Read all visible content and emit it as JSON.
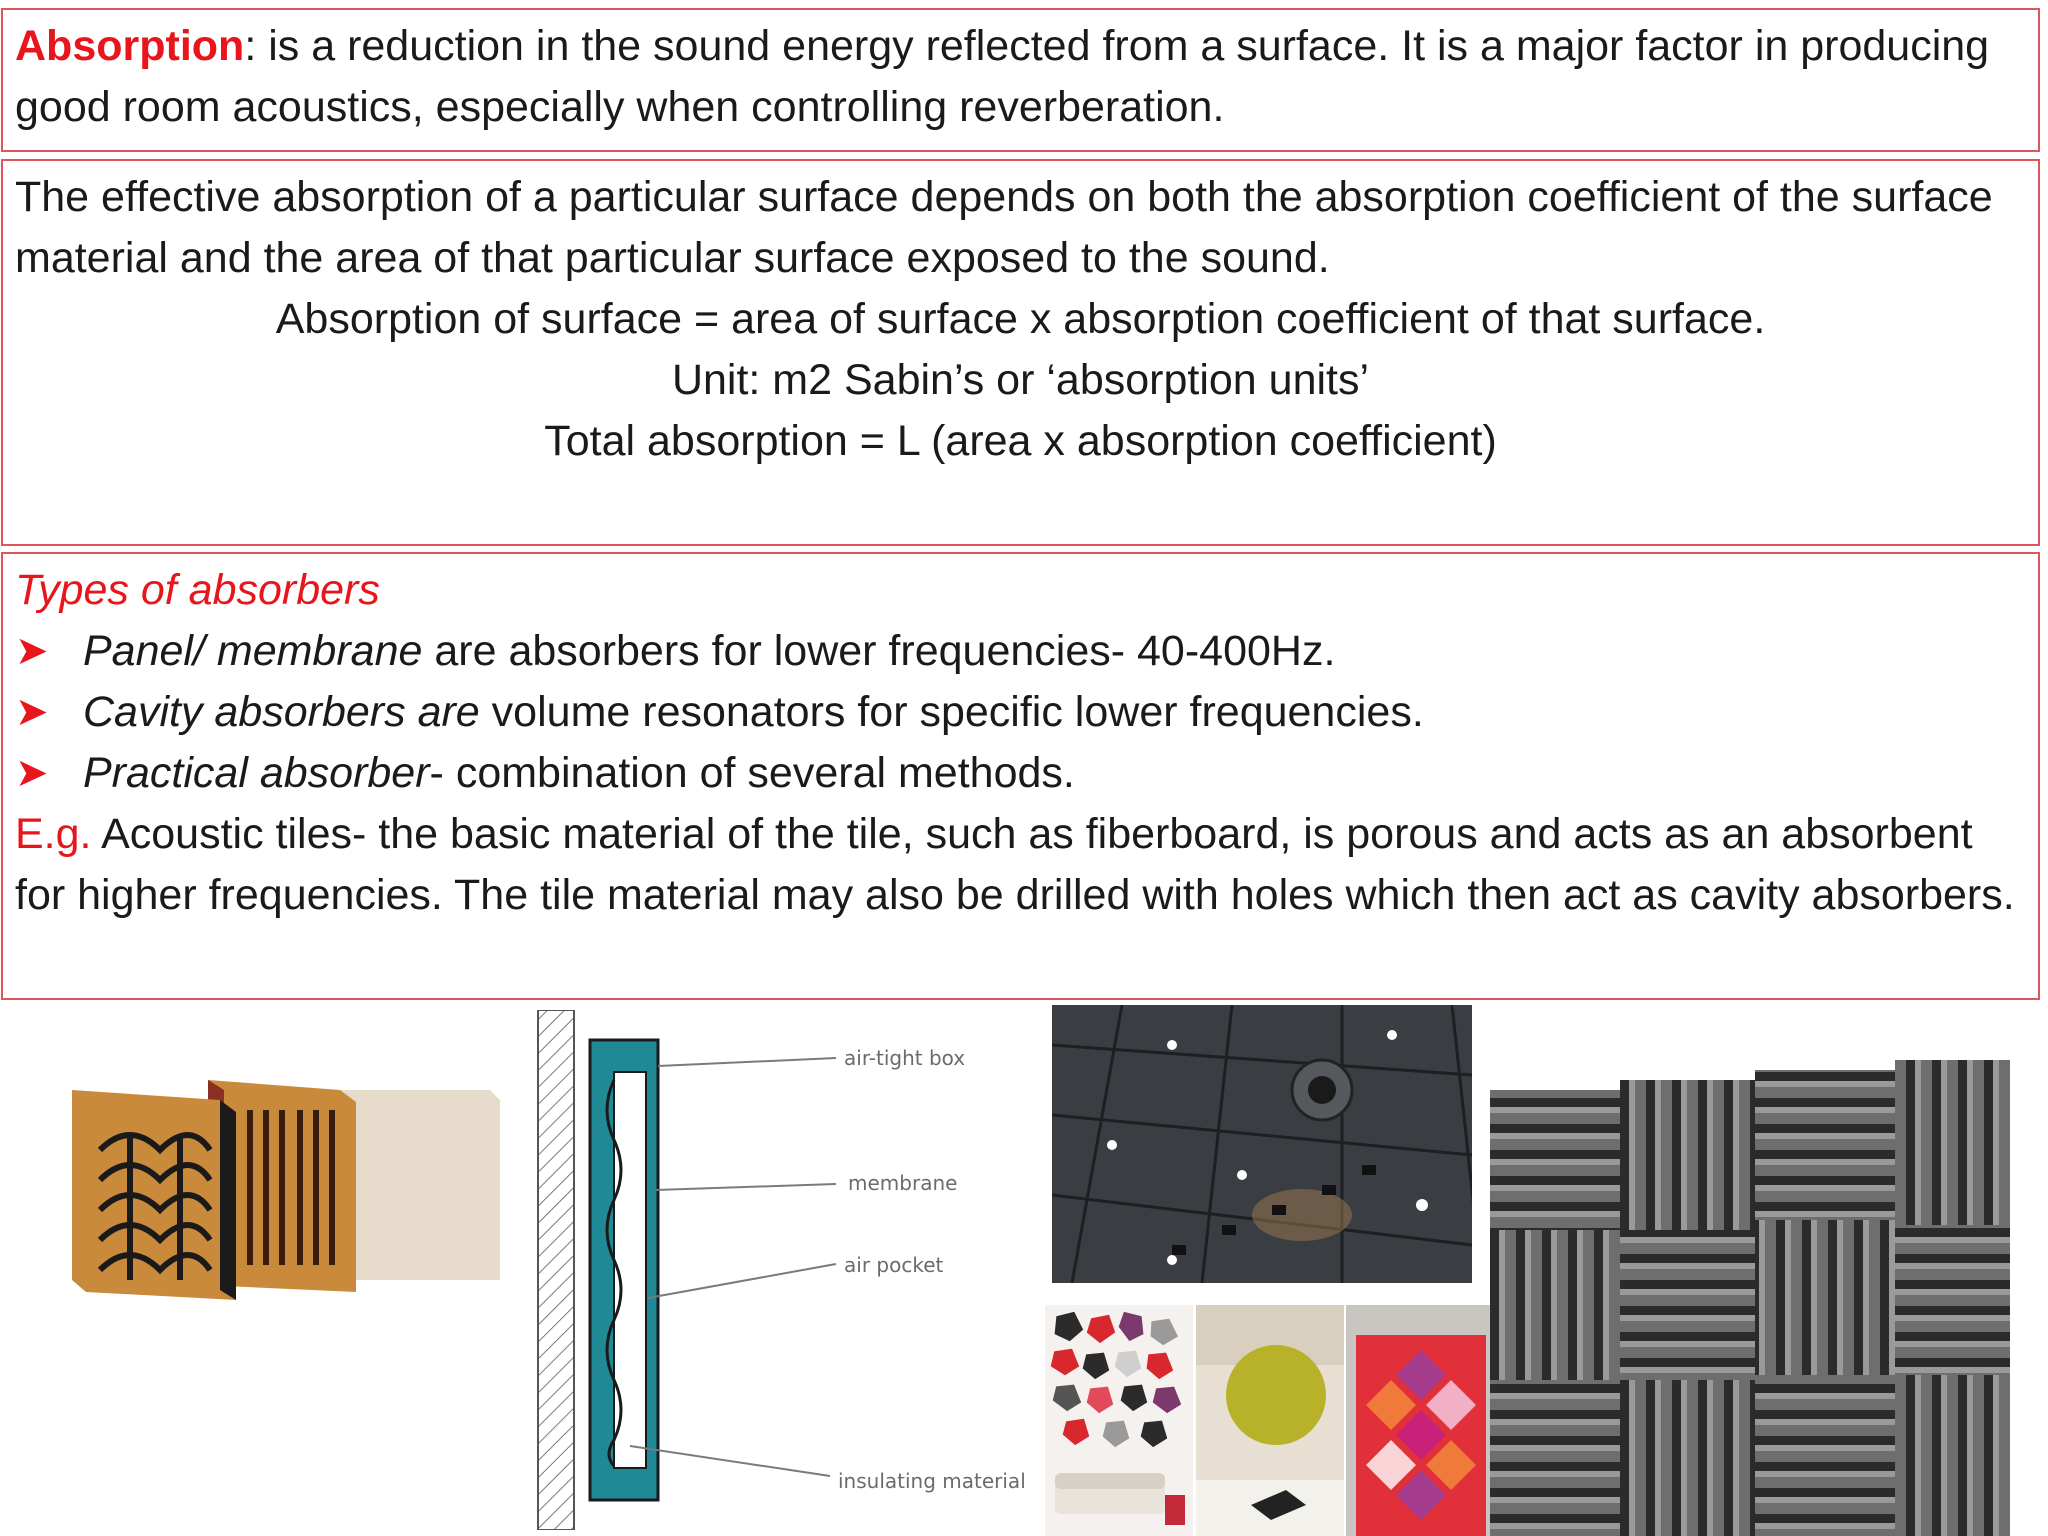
{
  "box1": {
    "term": "Absorption",
    "definition": ": is a reduction in the sound energy reflected from a surface. It is a major factor in producing good room acoustics, especially when controlling reverberation."
  },
  "box2": {
    "intro": "The effective absorption of a particular surface depends on both the absorption coefficient of the surface material and the area of that particular surface exposed to the sound.",
    "formula": "Absorption of surface = area of surface x absorption coefficient of that surface.",
    "unit": "Unit: m2 Sabin’s or ‘absorption units’",
    "total": "Total absorption = L (area x absorption coefficient)"
  },
  "box3": {
    "heading": "Types of absorbers",
    "bullets": [
      {
        "term": "Panel/ membrane",
        "text": " are absorbers for lower frequencies- 40-400Hz."
      },
      {
        "term": "Cavity absorbers are",
        "text": " volume resonators for specific lower frequencies."
      },
      {
        "term": "Practical absorber",
        "text": "- combination of several methods."
      }
    ],
    "eg_label": "E.g.",
    "eg_text": " Acoustic tiles- the basic material of the tile, such as fiberboard, is porous and acts as an absorbent for higher frequencies. The tile material may also be drilled with holes which then act as cavity absorbers."
  },
  "diagram": {
    "labels": [
      "air-tight box",
      "membrane",
      "air pocket",
      "insulating material"
    ]
  },
  "colors": {
    "accent_red": "#e8161c",
    "border_red": "#e0555a"
  }
}
